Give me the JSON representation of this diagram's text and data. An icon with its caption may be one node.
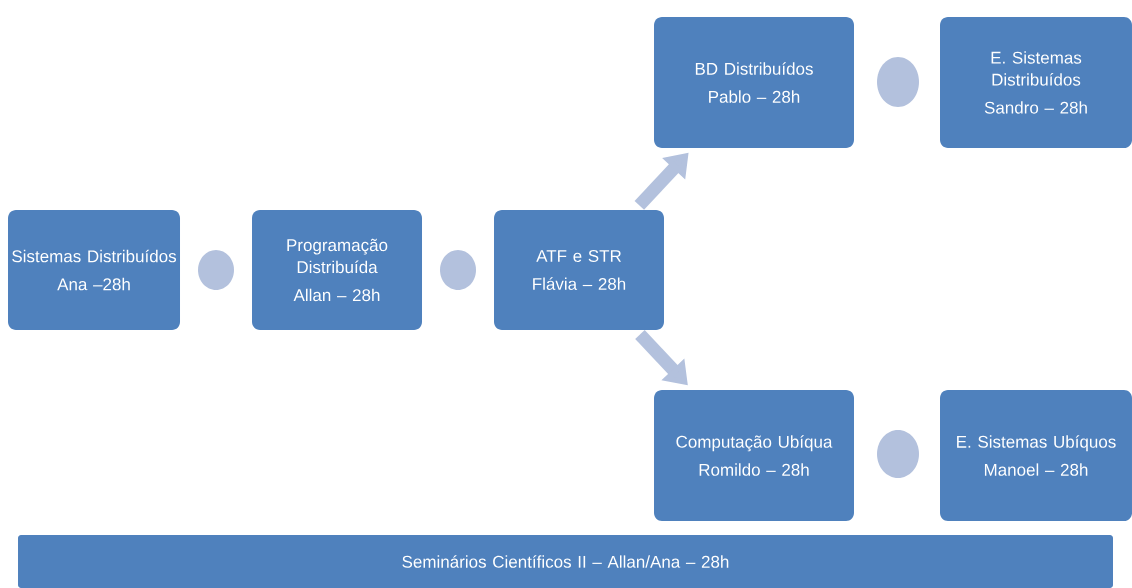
{
  "diagram": {
    "nodes": [
      {
        "text": [
          "Sistemas Distribuídos",
          "Ana –28h"
        ]
      },
      {
        "text": [],
        "shape": "circle"
      },
      {
        "text": [
          "Programação Distribuída",
          "Allan – 28h"
        ]
      },
      {
        "text": [],
        "shape": "circle"
      },
      {
        "text": [
          "ATF e STR",
          "Flávia – 28h"
        ]
      },
      {
        "text": [
          "BD Distribuídos",
          "Pablo – 28h"
        ]
      },
      {
        "text": [],
        "shape": "circle"
      },
      {
        "text": [
          "E. Sistemas Distribuídos",
          "Sandro – 28h"
        ]
      },
      {
        "text": [
          "Computação Ubíqua",
          "Romildo – 28h"
        ]
      },
      {
        "text": [],
        "shape": "circle"
      },
      {
        "text": [
          "E. Sistemas Ubíquos",
          "Manoel – 28h"
        ]
      },
      {
        "text": [
          "Seminários Científicos II – Allan/Ana – 28h"
        ]
      }
    ],
    "edges": [
      {
        "from": 4,
        "to": 5,
        "arrow": "to"
      },
      {
        "from": 4,
        "to": 8,
        "arrow": "to"
      }
    ]
  }
}
